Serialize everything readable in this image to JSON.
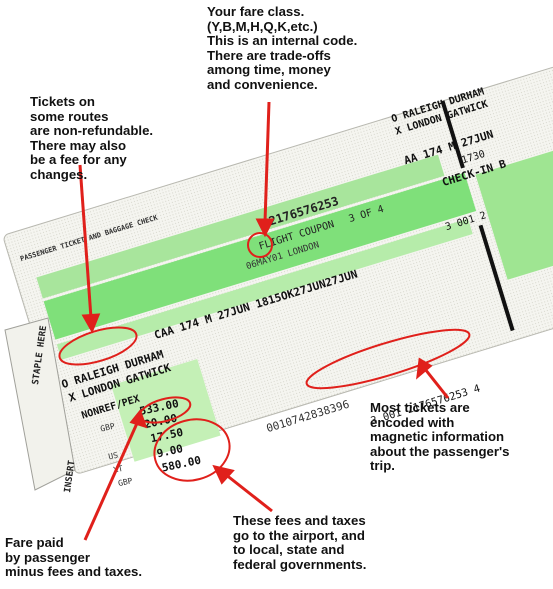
{
  "annotations": {
    "fare_class": "Your fare class.\n(Y,B,M,H,Q,K,etc.)\nThis is an internal code.\nThere are trade-offs\namong time, money\nand convenience.",
    "refund": "Tickets on\nsome routes\nare non-refundable.\nThere may also\nbe a fee for any\nchanges.",
    "magnetic": "Most tickets are\nencoded with\nmagnetic information\nabout the passenger's\ntrip.",
    "taxes": "These fees and taxes\ngo to the airport, and\nto local, state and\nfederal governments.",
    "fare_paid": "Fare paid\nby passenger\nminus fees and taxes."
  },
  "ticket": {
    "header": "PASSENGER TICKET AND BAGGAGE CHECK",
    "ticket_number_top": "2176576253",
    "flight_coupon": "FLIGHT COUPON",
    "coupon_no": "3 OF 4",
    "issued": "06MAY01 LONDON",
    "fare_line": "CAA 174  M 27JUN 1815OK27JUN27JUN",
    "fare_class_code": "M",
    "from_city": "O RALEIGH DURHAM",
    "to_city": "X LONDON GATWICK",
    "refund_code": "NONREF/PEX",
    "magnetic_number": "3 001 2176576253 4",
    "side_number": "0010742838396",
    "staple_label": "STAPLE HERE",
    "insert_label": "INSERT",
    "fare_paid": "533.00",
    "tax_1": "20.00",
    "tax_2": "17.50",
    "tax_3": "9.00",
    "total": "580.00",
    "tax_codes": [
      "GBP",
      "US",
      "XT",
      "GBP"
    ],
    "right_from": "O RALEIGH DURHAM",
    "right_to": "X LONDON GATWICK",
    "right_flight": "AA 174  M 27JUN",
    "right_time": "1730",
    "right_checkin": "CHECK-IN B",
    "right_number": "3 001 2"
  }
}
